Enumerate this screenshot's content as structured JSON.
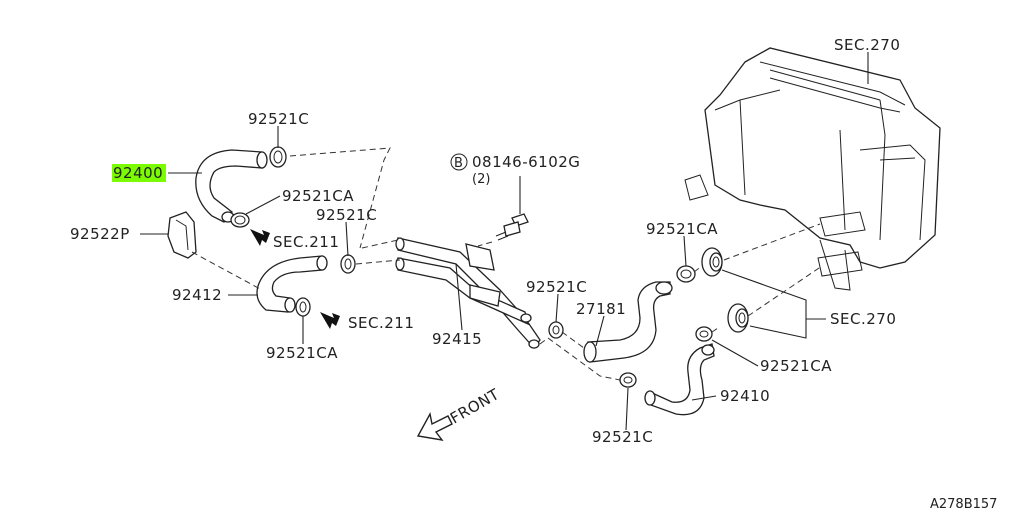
{
  "colors": {
    "highlight": "#7cfc00",
    "ink": "#222222"
  },
  "labels": {
    "sec270_top": "SEC.270",
    "p92521c_top": "92521C",
    "p92400": "92400",
    "p92521ca_upper": "92521CA",
    "p92522p": "92522P",
    "sec211_upper": "SEC.211",
    "p92521c_mid": "92521C",
    "p92412": "92412",
    "sec211_lower": "SEC.211",
    "p92521ca_lower": "92521CA",
    "bolt_circle": "B",
    "bolt_number": "08146-6102G",
    "bolt_qty": "(2)",
    "p92415": "92415",
    "p92521c_right": "92521C",
    "p27181": "27181",
    "p92521ca_right_top": "92521CA",
    "sec270_right": "SEC.270",
    "p92521ca_right_low": "92521CA",
    "p92410": "92410",
    "p92521c_bottom": "92521C",
    "front": "FRONT",
    "drawing_id": "A278B157"
  }
}
